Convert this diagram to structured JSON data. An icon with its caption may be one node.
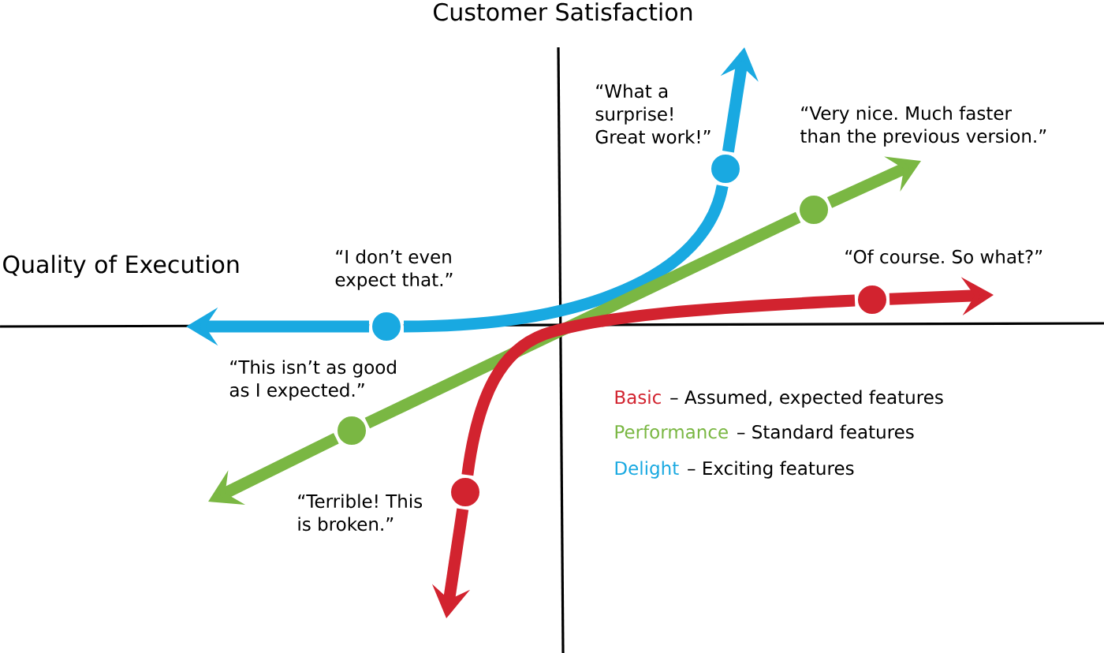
{
  "diagram": {
    "nodes": [
      {
        "text": [],
        "shape": "circle",
        "beside": [
          "“What a surprise! Great work!”"
        ]
      },
      {
        "text": [],
        "shape": "circle",
        "beside": [
          "“Very nice. Much faster than the previous version.”"
        ]
      },
      {
        "text": [],
        "shape": "circle",
        "beside": [
          "“Of course. So what?”"
        ]
      },
      {
        "text": [],
        "shape": "circle",
        "beside": [
          "“I don’t even expect that.”"
        ]
      },
      {
        "text": [],
        "shape": "circle",
        "beside": [
          "“This isn’t as good as I expected.”"
        ]
      },
      {
        "text": [],
        "shape": "circle",
        "beside": [
          "“Terrible! This is broken.”"
        ]
      }
    ],
    "edges": [
      {
        "from": 0,
        "to": null,
        "arrow": "to",
        "color": "#19a9e1"
      },
      {
        "from": 3,
        "to": 0,
        "arrow": "none",
        "color": "#19a9e1"
      },
      {
        "from": 3,
        "to": null,
        "arrow": "to",
        "color": "#19a9e1"
      },
      {
        "from": 1,
        "to": null,
        "arrow": "to",
        "color": "#7ab743"
      },
      {
        "from": 4,
        "to": 1,
        "arrow": "none",
        "color": "#7ab743"
      },
      {
        "from": 4,
        "to": null,
        "arrow": "to",
        "color": "#7ab743"
      },
      {
        "from": 2,
        "to": null,
        "arrow": "to",
        "color": "#d2232f"
      },
      {
        "from": 5,
        "to": 2,
        "arrow": "none",
        "color": "#d2232f"
      },
      {
        "from": 5,
        "to": null,
        "arrow": "to",
        "color": "#d2232f"
      }
    ],
    "labels": [
      "Customer Satisfaction",
      "Quality of Execution",
      "– Assumed, expected features",
      "– Standard features",
      "– Exciting features"
    ],
    "legend": [
      {
        "text": "Basic",
        "color": "#d2232f"
      },
      {
        "text": "Performance",
        "color": "#7ab743"
      },
      {
        "text": "Delight",
        "color": "#19a9e1"
      }
    ]
  }
}
